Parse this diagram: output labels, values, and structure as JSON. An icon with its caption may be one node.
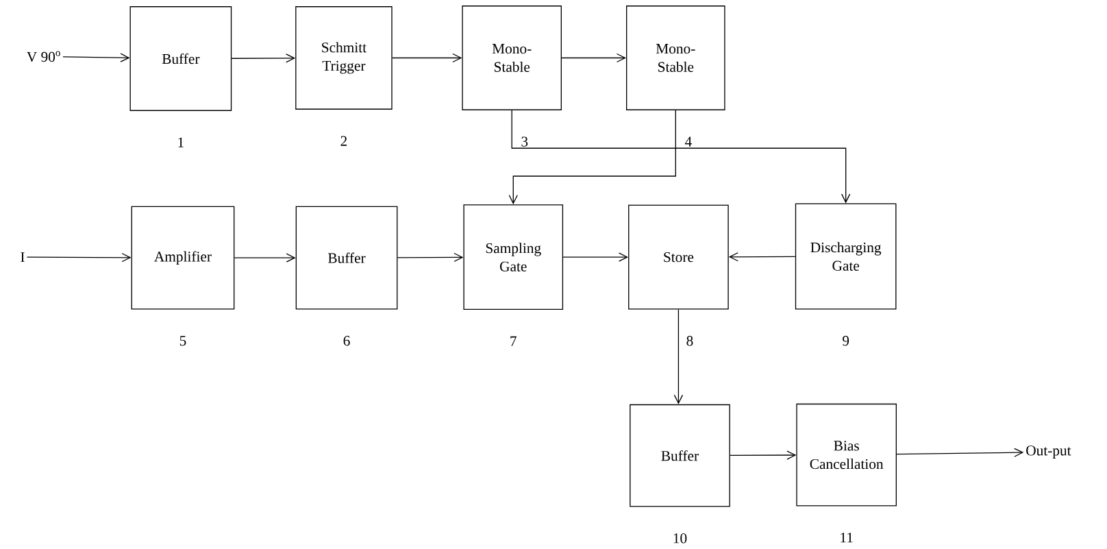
{
  "diagram": {
    "nodes": [
      {
        "text": [
          "V 90$^{o}$"
        ]
      },
      {
        "text": [
          "Buffer"
        ],
        "beside": [
          "1"
        ]
      },
      {
        "text": [
          "Schmitt Trigger"
        ],
        "beside": [
          "2"
        ]
      },
      {
        "text": [
          "Mono-Stable"
        ],
        "beside": [
          "3"
        ]
      },
      {
        "text": [
          "Mono-Stable"
        ],
        "beside": [
          "4"
        ]
      },
      {
        "text": [
          "I"
        ]
      },
      {
        "text": [
          "Amplifier"
        ],
        "beside": [
          "5"
        ]
      },
      {
        "text": [
          "Buffer"
        ],
        "beside": [
          "6"
        ]
      },
      {
        "text": [
          "Sampling Gate"
        ],
        "beside": [
          "7"
        ]
      },
      {
        "text": [
          "Store"
        ],
        "beside": [
          "8"
        ]
      },
      {
        "text": [
          "Discharging Gate"
        ],
        "beside": [
          "9"
        ]
      },
      {
        "text": [
          "Buffer"
        ],
        "beside": [
          "10"
        ]
      },
      {
        "text": [
          "Bias Cancellation"
        ],
        "beside": [
          "11"
        ]
      },
      {
        "text": [
          "Out-put"
        ]
      }
    ],
    "edges": [
      {
        "from": 0,
        "to": 1,
        "arrow": "to"
      },
      {
        "from": 1,
        "to": 2,
        "arrow": "to"
      },
      {
        "from": 2,
        "to": 3,
        "arrow": "to"
      },
      {
        "from": 3,
        "to": 4,
        "arrow": "to"
      },
      {
        "from": 3,
        "to": 10,
        "arrow": "to"
      },
      {
        "from": 4,
        "to": 8,
        "arrow": "to"
      },
      {
        "from": 5,
        "to": 6,
        "arrow": "to"
      },
      {
        "from": 6,
        "to": 7,
        "arrow": "to"
      },
      {
        "from": 7,
        "to": 8,
        "arrow": "to"
      },
      {
        "from": 8,
        "to": 9,
        "arrow": "to"
      },
      {
        "from": 10,
        "to": 9,
        "arrow": "to"
      },
      {
        "from": 9,
        "to": 11,
        "arrow": "to"
      },
      {
        "from": 11,
        "to": 12,
        "arrow": "to"
      },
      {
        "from": 12,
        "to": 13,
        "arrow": "to"
      }
    ]
  }
}
